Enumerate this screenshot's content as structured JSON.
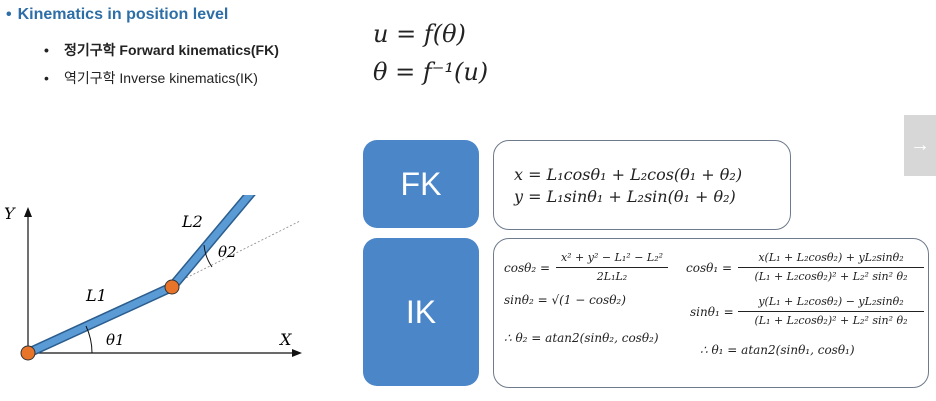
{
  "heading": {
    "bullet": "•",
    "text": "Kinematics in position level"
  },
  "bullets": [
    {
      "dot": "•",
      "text": "정기구학 Forward kinematics(FK)"
    },
    {
      "dot": "•",
      "text": "역기구학 Inverse kinematics(IK)"
    }
  ],
  "equations_top": [
    "u = f(θ)",
    "θ = f⁻¹(u)"
  ],
  "diagram_labels": {
    "y_axis": "Y",
    "x_axis": "X",
    "link1": "L1",
    "link2": "L2",
    "theta1": "θ1",
    "theta2": "θ2"
  },
  "fk": {
    "label": "FK",
    "x_eq": "x = L₁cosθ₁ + L₂cos(θ₁ + θ₂)",
    "y_eq": "y = L₁sinθ₁ + L₂sin(θ₁ + θ₂)"
  },
  "ik": {
    "label": "IK",
    "cos2_lhs": "cosθ₂ =",
    "cos2_num": "x² + y² − L₁² − L₂²",
    "cos2_den": "2L₁L₂",
    "sin2": "sinθ₂ = √(1 − cosθ₂)",
    "theta2": "∴ θ₂ = atan2(sinθ₂, cosθ₂)",
    "cos1_lhs": "cosθ₁ =",
    "cos1_num": "x(L₁ + L₂cosθ₂) + yL₂sinθ₂",
    "cos1_den": "(L₁ + L₂cosθ₂)² + L₂² sin² θ₂",
    "sin1_lhs": "sinθ₁ =",
    "sin1_num": "y(L₁ + L₂cosθ₂) − yL₂sinθ₂",
    "sin1_den": "(L₁ + L₂cosθ₂)² + L₂² sin² θ₂",
    "theta1": "∴ θ₁ = atan2(sinθ₁, cosθ₁)"
  },
  "nav": {
    "arrow": "→"
  },
  "colors": {
    "accent": "#2e6ea6",
    "box": "#4a86c8",
    "link": "#4a86c8",
    "joint": "#e8742a"
  }
}
